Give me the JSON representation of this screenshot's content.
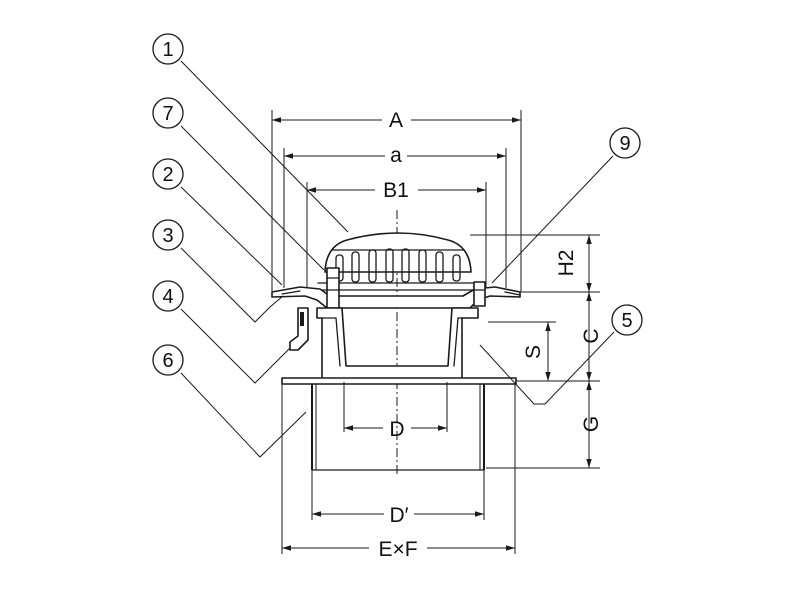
{
  "dimensions": {
    "A": "A",
    "a": "a",
    "B1": "B1",
    "H2": "H2",
    "C": "C",
    "S": "S",
    "G": "G",
    "D": "D",
    "D_prime": "D′",
    "ExF": "E×F"
  },
  "callouts": {
    "c1": "1",
    "c2": "2",
    "c3": "3",
    "c4": "4",
    "c5": "5",
    "c6": "6",
    "c7": "7",
    "c9": "9"
  }
}
